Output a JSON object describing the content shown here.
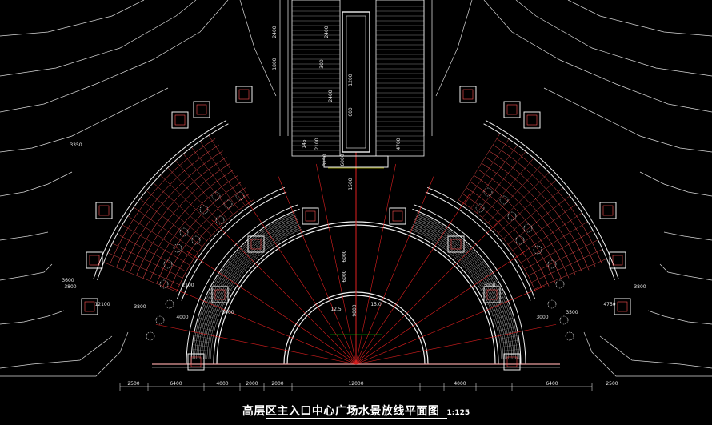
{
  "title": {
    "main": "高层区主入口中心广场水景放线平面图",
    "scale": "1:125"
  },
  "bottom_dims": [
    "2500",
    "6400",
    "4000",
    "2000",
    "12000",
    "2000",
    "4000",
    "6400",
    "2500"
  ],
  "center_radius_labels": [
    "6000",
    "6000",
    "9000"
  ],
  "center_arc_labels": [
    "12.5",
    "15.0"
  ],
  "left_dims": [
    "3800",
    "12100",
    "3600",
    "3800",
    "4000",
    "3000",
    "2100",
    "3350"
  ],
  "right_dims": [
    "3800",
    "4750",
    "3500",
    "3000",
    "3000"
  ],
  "top_dims": [
    "2400",
    "1800",
    "1200",
    "2400",
    "300",
    "2400",
    "600",
    "6000",
    "1500",
    "4700",
    "145",
    "2100",
    "3150"
  ],
  "colors": {
    "background": "#000000",
    "contour": "#d8d8d8",
    "paving": "#ff5050",
    "radial": "#e02020",
    "structure": "#f0f0f0",
    "dimension": "#ffffff",
    "accent_green": "#00e000",
    "accent_yellow": "#ffff00"
  }
}
